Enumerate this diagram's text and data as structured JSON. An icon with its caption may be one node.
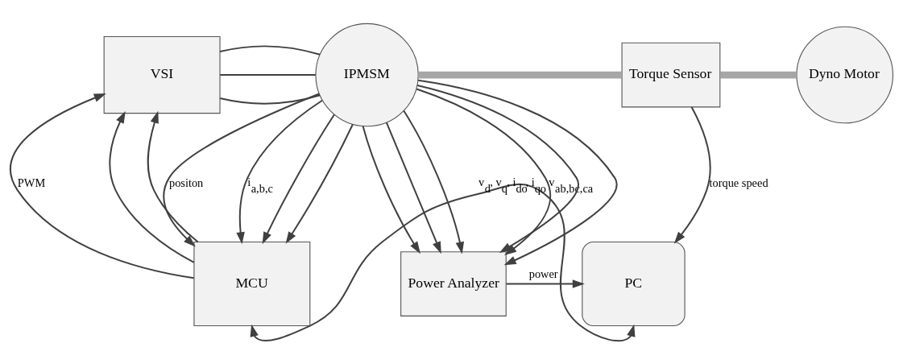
{
  "diagram": {
    "nodes": [
      {
        "text": [
          "VSI"
        ]
      },
      {
        "text": [
          "IPMSM"
        ]
      },
      {
        "text": [
          "Torque Sensor"
        ]
      },
      {
        "text": [
          "Dyno Motor"
        ]
      },
      {
        "text": [
          "MCU"
        ]
      },
      {
        "text": [
          "Power Analyzer"
        ]
      },
      {
        "text": [
          "PC"
        ]
      }
    ],
    "edges": [
      {
        "from": 0,
        "to": 1,
        "arrow": "none"
      },
      {
        "from": 0,
        "to": 1,
        "arrow": "none"
      },
      {
        "from": 0,
        "to": 1,
        "arrow": "none"
      },
      {
        "from": 1,
        "to": 2,
        "arrow": "none",
        "style": "thick",
        "color": "#a6a6a6"
      },
      {
        "from": 2,
        "to": 3,
        "arrow": "none",
        "style": "thick",
        "color": "#a6a6a6"
      },
      {
        "from": 1,
        "to": 4,
        "arrow": "to",
        "label": "positon"
      },
      {
        "from": 4,
        "to": 0,
        "arrow": "to",
        "label": "PWM"
      },
      {
        "from": 4,
        "to": 0,
        "arrow": "to"
      },
      {
        "from": 4,
        "to": 0,
        "arrow": "to"
      },
      {
        "from": 1,
        "to": 4,
        "arrow": "to",
        "label": "i$_{a,b,c}$"
      },
      {
        "from": 1,
        "to": 4,
        "arrow": "to"
      },
      {
        "from": 1,
        "to": 4,
        "arrow": "to"
      },
      {
        "from": 1,
        "to": 5,
        "arrow": "to"
      },
      {
        "from": 1,
        "to": 5,
        "arrow": "to"
      },
      {
        "from": 1,
        "to": 5,
        "arrow": "to"
      },
      {
        "from": 1,
        "to": 5,
        "arrow": "to",
        "label": "v$_{ab,bc,ca}$"
      },
      {
        "from": 1,
        "to": 5,
        "arrow": "to"
      },
      {
        "from": 1,
        "to": 5,
        "arrow": "to"
      },
      {
        "from": 2,
        "to": 6,
        "arrow": "to",
        "label": "torque speed"
      },
      {
        "from": 5,
        "to": 6,
        "arrow": "to",
        "label": "power"
      },
      {
        "from": 4,
        "to": 6,
        "arrow": "both",
        "label": "v$_{d}$, v$_{q}$, i$_{do}$, i$_{qo}$"
      }
    ]
  }
}
